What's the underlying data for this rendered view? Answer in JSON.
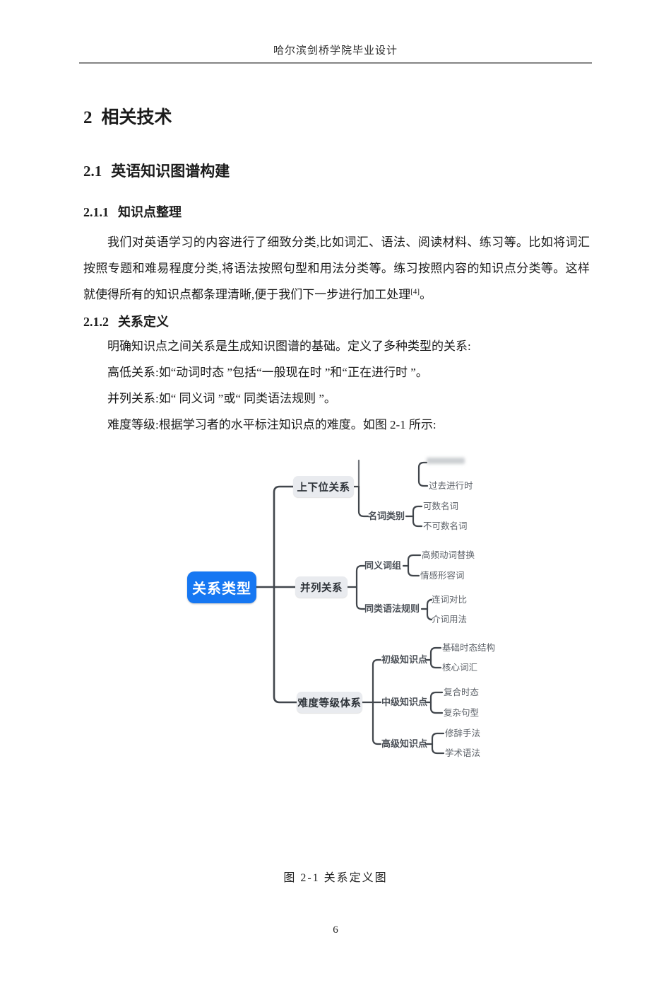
{
  "page": {
    "header": "哈尔滨剑桥学院毕业设计",
    "page_number": "6"
  },
  "headings": {
    "h1_num": "2",
    "h1_text": "相关技术",
    "h2_num": "2.1",
    "h2_text": "英语知识图谱构建",
    "h3a_num": "2.1.1",
    "h3a_text": "知识点整理",
    "h3b_num": "2.1.2",
    "h3b_text": "关系定义"
  },
  "paragraphs": {
    "p1": "我们对英语学习的内容进行了细致分类,比如词汇、语法、阅读材料、练习等。比如将词汇按照专题和难易程度分类,将语法按照句型和用法分类等。练习按照内容的知识点分类等。这样就使得所有的知识点都条理清晰,便于我们下一步进行加工处理",
    "p1_ref": "[4]",
    "p1_end": "。",
    "p2": "明确知识点之间关系是生成知识图谱的基础。定义了多种类型的关系:",
    "p3": "高低关系:如“动词时态 ”包括“一般现在时 ”和“正在进行时 ”。",
    "p4": "并列关系:如“ 同义词 ”或“ 同类语法规则 ”。",
    "p5": "难度等级:根据学习者的水平标注知识点的难度。如图 2-1 所示:"
  },
  "figure": {
    "caption": "图 2-1 关系定义图",
    "accent_color": "#1677f2",
    "root": {
      "label": "关系类型"
    },
    "branches": [
      {
        "label": "上下位关系",
        "children": [
          {
            "label": "",
            "children": [
              {
                "label": "过去进行时"
              }
            ]
          },
          {
            "label": "名词类别",
            "children": [
              {
                "label": "可数名词"
              },
              {
                "label": "不可数名词"
              }
            ]
          }
        ]
      },
      {
        "label": "并列关系",
        "children": [
          {
            "label": "同义词组",
            "children": [
              {
                "label": "高频动词替换"
              },
              {
                "label": "情感形容词"
              }
            ]
          },
          {
            "label": "同类语法规则",
            "children": [
              {
                "label": "连词对比"
              },
              {
                "label": "介词用法"
              }
            ]
          }
        ]
      },
      {
        "label": "难度等级体系",
        "children": [
          {
            "label": "初级知识点",
            "children": [
              {
                "label": "基础时态结构"
              },
              {
                "label": "核心词汇"
              }
            ]
          },
          {
            "label": "中级知识点",
            "children": [
              {
                "label": "复合时态"
              },
              {
                "label": "复杂句型"
              }
            ]
          },
          {
            "label": "高级知识点",
            "children": [
              {
                "label": "修辞手法"
              },
              {
                "label": "学术语法"
              }
            ]
          }
        ]
      }
    ]
  }
}
